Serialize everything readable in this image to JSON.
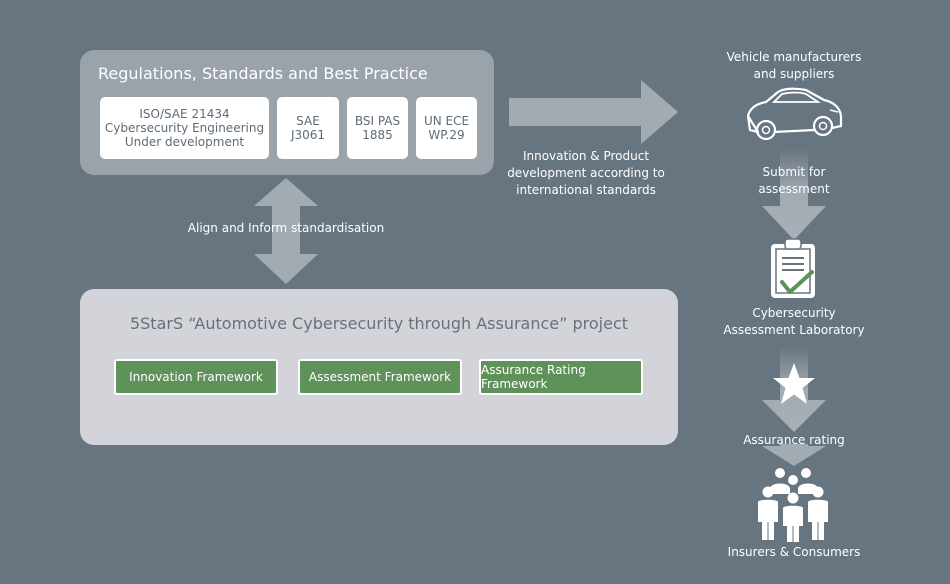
{
  "regulations": {
    "title": "Regulations, Standards and Best Practice",
    "standards": [
      "ISO/SAE 21434\nCybersecurity Engineering\nUnder development",
      "SAE\nJ3061",
      "BSI PAS\n1885",
      "UN ECE\nWP.29"
    ]
  },
  "project": {
    "title": "5StarS “Automotive Cybersecurity through Assurance” project",
    "frameworks": [
      "Innovation Framework",
      "Assessment Framework",
      "Assurance Rating Framework"
    ]
  },
  "labels": {
    "align": "Align and Inform standardisation",
    "innovation": "Innovation & Product\ndevelopment according to\ninternational standards"
  },
  "flow": {
    "manufacturers": "Vehicle manufacturers\nand suppliers",
    "submit": "Submit for\nassessment",
    "lab": "Cybersecurity\nAssessment Laboratory",
    "rating": "Assurance rating",
    "consumers": "Insurers & Consumers"
  },
  "icons": [
    "car-icon",
    "clipboard-check-icon",
    "star-icon",
    "people-group-icon"
  ],
  "colors": {
    "background": "#677581",
    "regulations_panel": "#9aa2aa",
    "project_panel": "#d3d4d9",
    "framework_green": "#5f915a",
    "check_green": "#5f915a"
  }
}
